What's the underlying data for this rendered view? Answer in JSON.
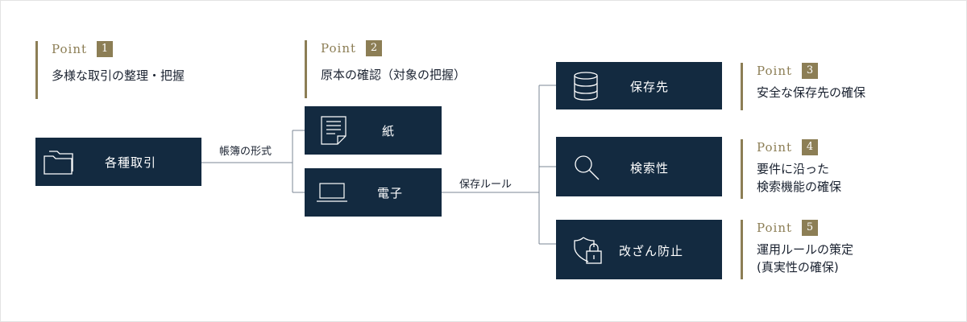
{
  "point_word": "Point",
  "points": [
    {
      "num": "1",
      "text": "多様な取引の整理・把握"
    },
    {
      "num": "2",
      "text": "原本の確認（対象の把握）"
    },
    {
      "num": "3",
      "text": "安全な保存先の確保"
    },
    {
      "num": "4",
      "text": "要件に沿った\n検索機能の確保"
    },
    {
      "num": "5",
      "text": "運用ルールの策定\n(真実性の確保)"
    }
  ],
  "boxes": {
    "transactions": {
      "label": "各種取引",
      "icon": "folders-icon"
    },
    "paper": {
      "label": "紙",
      "icon": "document-icon"
    },
    "electronic": {
      "label": "電子",
      "icon": "laptop-icon"
    },
    "storage": {
      "label": "保存先",
      "icon": "database-icon"
    },
    "search": {
      "label": "検索性",
      "icon": "search-icon"
    },
    "tamper": {
      "label": "改ざん防止",
      "icon": "shield-lock-icon"
    }
  },
  "edge_labels": {
    "ledger_format": "帳簿の形式",
    "storage_rules": "保存ルール"
  },
  "colors": {
    "navy": "#132a40",
    "gold": "#8c7e55",
    "line": "#7b8794"
  }
}
